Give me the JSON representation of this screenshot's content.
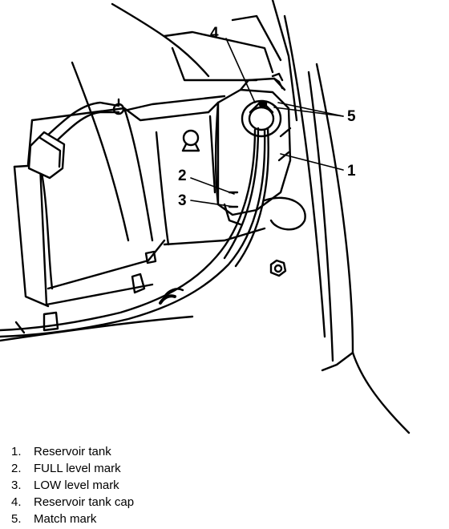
{
  "figure": {
    "callouts": {
      "c1": "1",
      "c2": "2",
      "c3": "3",
      "c4": "4",
      "c5": "5"
    }
  },
  "legend": {
    "items": [
      {
        "num": "1.",
        "label": "Reservoir tank"
      },
      {
        "num": "2.",
        "label": "FULL level mark"
      },
      {
        "num": "3.",
        "label": "LOW level mark"
      },
      {
        "num": "4.",
        "label": "Reservoir tank cap"
      },
      {
        "num": "5.",
        "label": "Match mark"
      }
    ]
  }
}
